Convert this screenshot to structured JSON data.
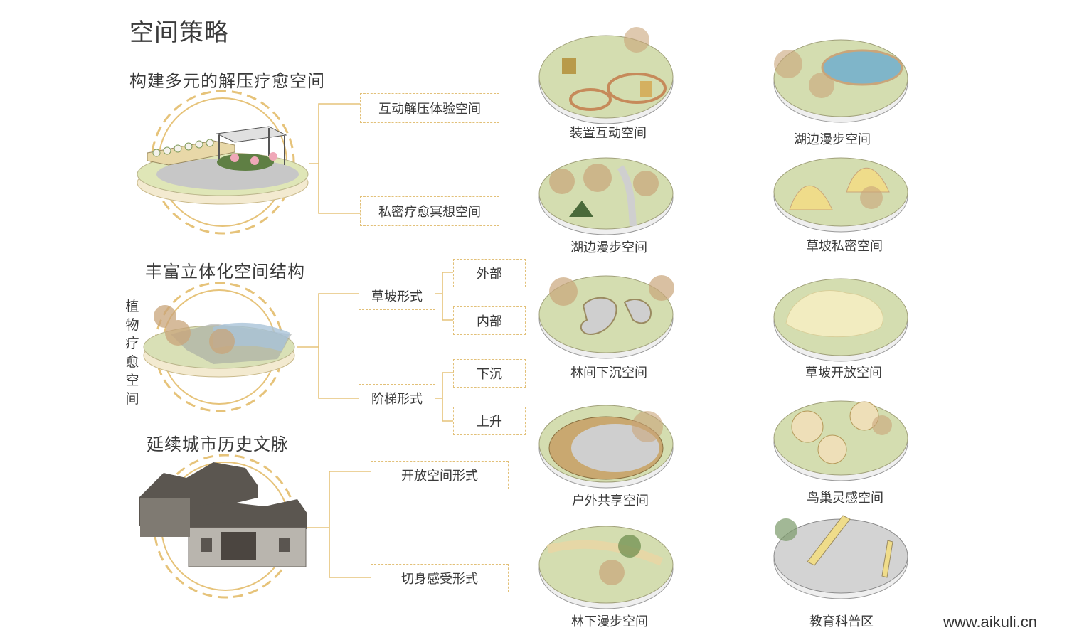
{
  "page_title": "空间策略",
  "sections": [
    {
      "title": "构建多元的解压疗愈空间",
      "boxes": [
        "互动解压体验空间",
        "私密疗愈冥想空间"
      ]
    },
    {
      "title": "丰富立体化空间结构",
      "side_label": "植物疗愈空间",
      "groups": [
        {
          "label": "草坡形式",
          "children": [
            "外部",
            "内部"
          ]
        },
        {
          "label": "阶梯形式",
          "children": [
            "下沉",
            "上升"
          ]
        }
      ]
    },
    {
      "title": "延续城市历史文脉",
      "boxes": [
        "开放空间形式",
        "切身感受形式"
      ]
    }
  ],
  "cards": [
    "装置互动空间",
    "湖边漫步空间",
    "湖边漫步空间",
    "草坡私密空间",
    "林间下沉空间",
    "草坡开放空间",
    "户外共享空间",
    "鸟巢灵感空间",
    "林下漫步空间",
    "教育科普区"
  ],
  "watermark": "www.aikuli.cn",
  "colors": {
    "accent": "#e2c078",
    "grass": "#d4ddb0",
    "disc_edge": "#f1e8c8",
    "tree": "#c9a57a",
    "paving": "#cfcfcf"
  }
}
